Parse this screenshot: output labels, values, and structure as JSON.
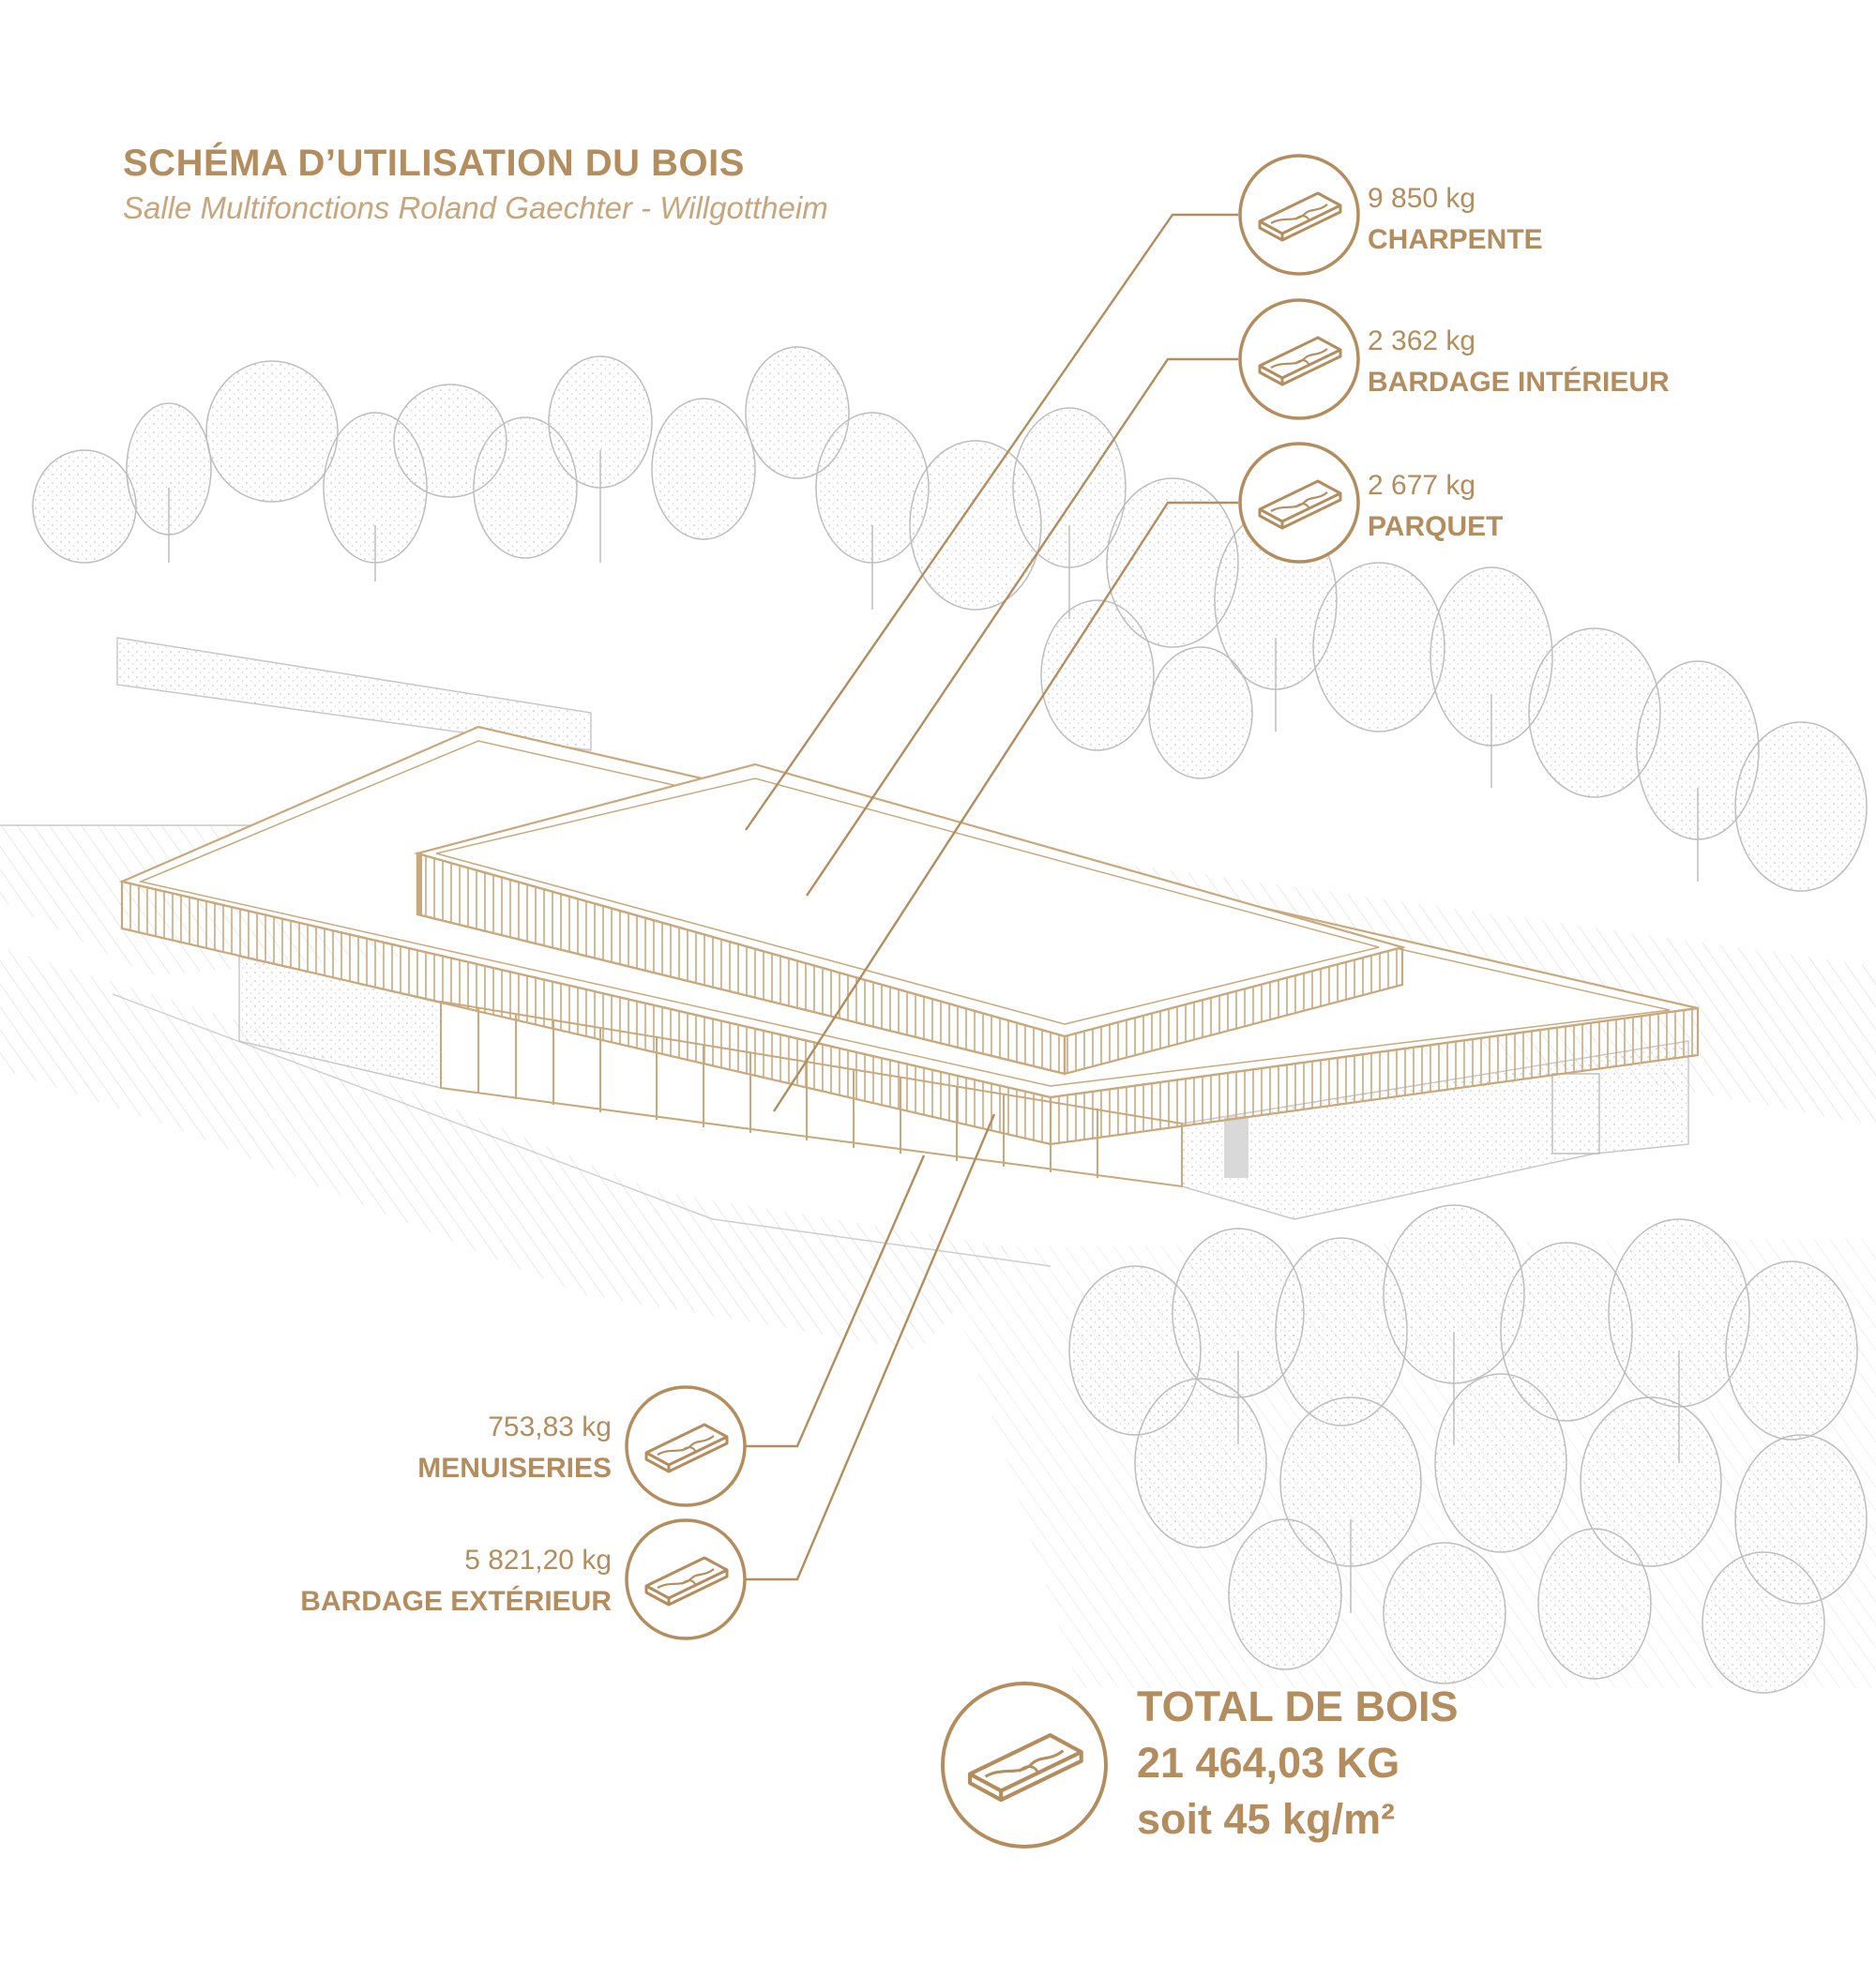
{
  "title": "SCHÉMA D’UTILISATION DU BOIS",
  "subtitle": "Salle Multifonctions Roland Gaechter - Willgottheim",
  "accent_color": "#b38d5e",
  "items": [
    {
      "weight": "9 850 kg",
      "name": "CHARPENTE",
      "icon": "wood-plank-icon"
    },
    {
      "weight": "2 362 kg",
      "name": "BARDAGE INTÉRIEUR",
      "icon": "wood-plank-icon"
    },
    {
      "weight": "2 677 kg",
      "name": "PARQUET",
      "icon": "wood-plank-icon"
    },
    {
      "weight": "753,83 kg",
      "name": "MENUISERIES",
      "icon": "wood-plank-icon"
    },
    {
      "weight": "5 821,20 kg",
      "name": "BARDAGE EXTÉRIEUR",
      "icon": "wood-plank-icon"
    }
  ],
  "total": {
    "label": "TOTAL DE BOIS",
    "value": "21 464,03 KG",
    "ratio": "soit 45 kg/m²",
    "icon": "wood-plank-icon"
  }
}
